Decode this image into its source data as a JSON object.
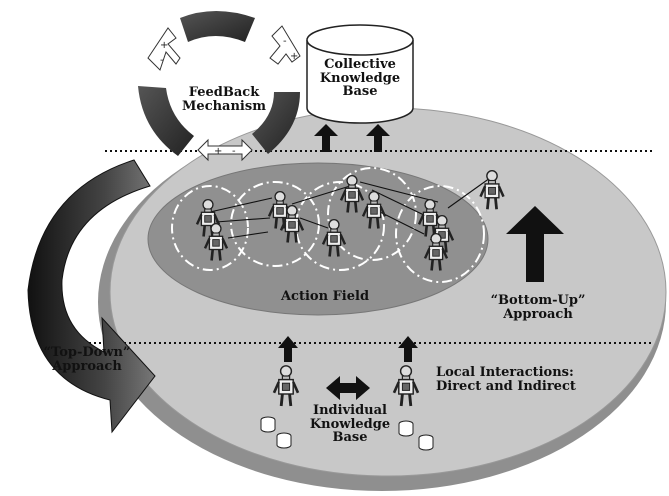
{
  "labels": {
    "feedback": "FeedBack\nMechanism",
    "collective": "Collective\nKnowledge\nBase",
    "action_field": "Action Field",
    "bottom_up": "“Bottom-Up”\nApproach",
    "top_down": "“Top-Down”\nApproach",
    "local_interactions": "Local Interactions:\nDirect and Indirect",
    "individual": "Individual\nKnowledge\nBase"
  },
  "signs": {
    "plus": "+",
    "minus": "-"
  }
}
